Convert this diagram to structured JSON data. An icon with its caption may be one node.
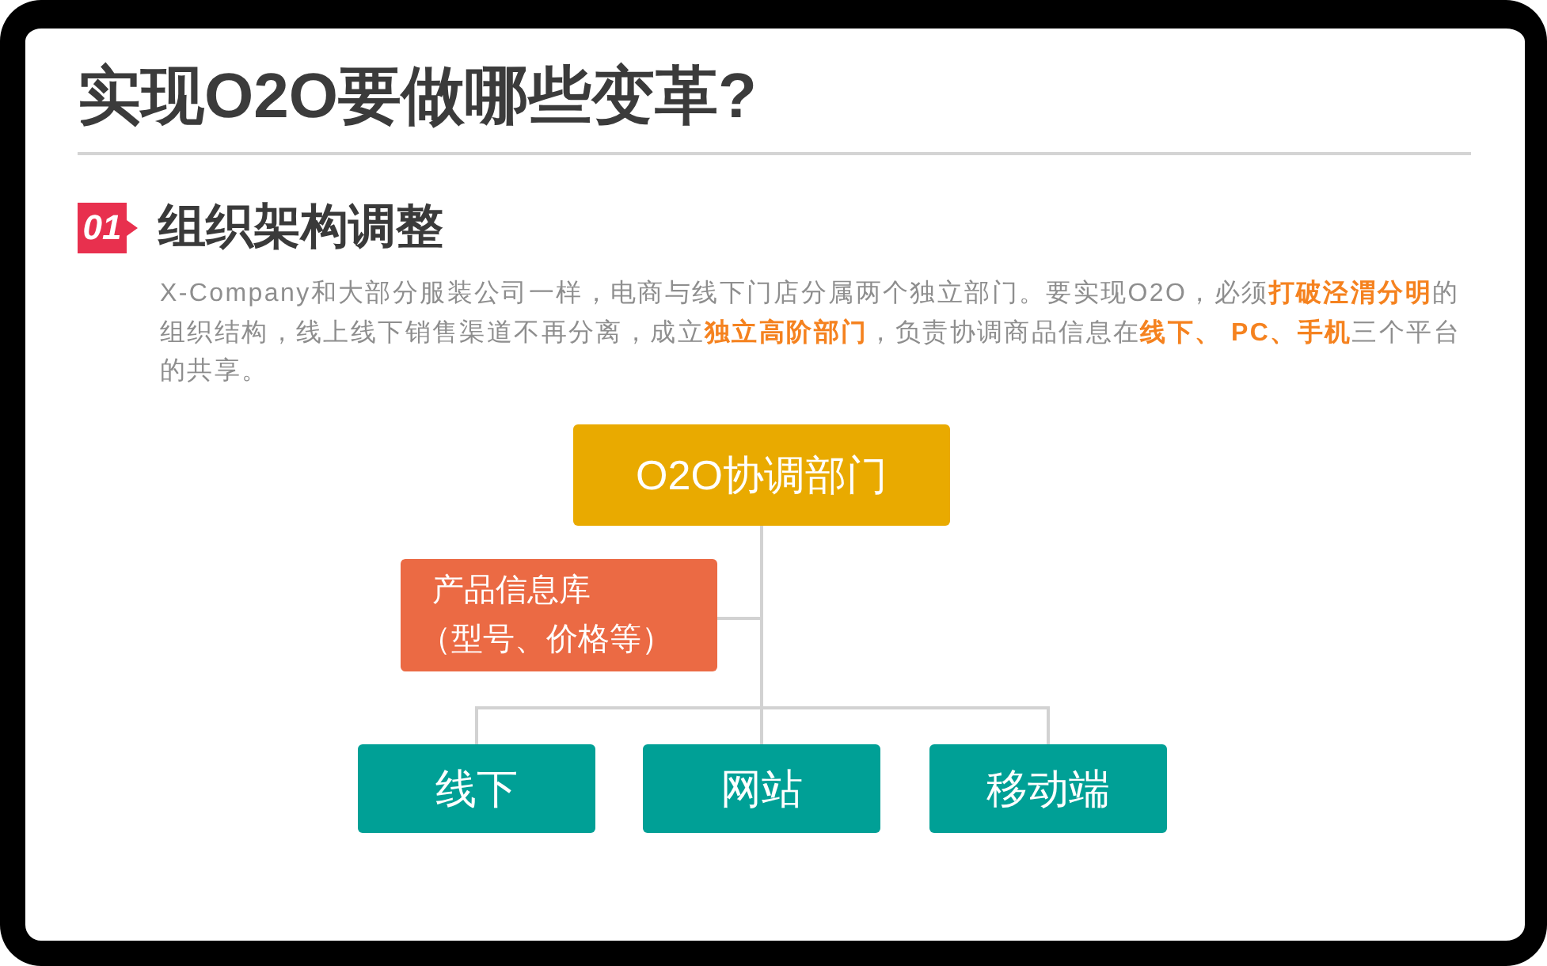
{
  "diagram": {
    "title": "实现O2O要做哪些变革?",
    "nodes": [
      {
        "text": [
          "01"
        ]
      },
      {
        "text": [
          "O2O协调部门"
        ]
      },
      {
        "text": [
          "产品信息库",
          "（型号、价格等）"
        ]
      },
      {
        "text": [
          "线下"
        ]
      },
      {
        "text": [
          "网站"
        ]
      },
      {
        "text": [
          "移动端"
        ]
      }
    ],
    "edges": [
      {
        "from": 1,
        "to": 2,
        "arrow": "none"
      },
      {
        "from": 1,
        "to": 3,
        "arrow": "none"
      },
      {
        "from": 1,
        "to": 4,
        "arrow": "none"
      },
      {
        "from": 1,
        "to": 5,
        "arrow": "none"
      }
    ],
    "labels": [
      "组织架构调整",
      "X-Company和大部分服装公司一样，电商与线下门店分属两个独立部门。要实现O2O，必须**打破泾渭分明**的组织结构，线上线下销售渠道不再分离，成立**独立高阶部门**，负责协调商品信息在**线下、 PC、手机**三个平台的共享。"
    ]
  }
}
